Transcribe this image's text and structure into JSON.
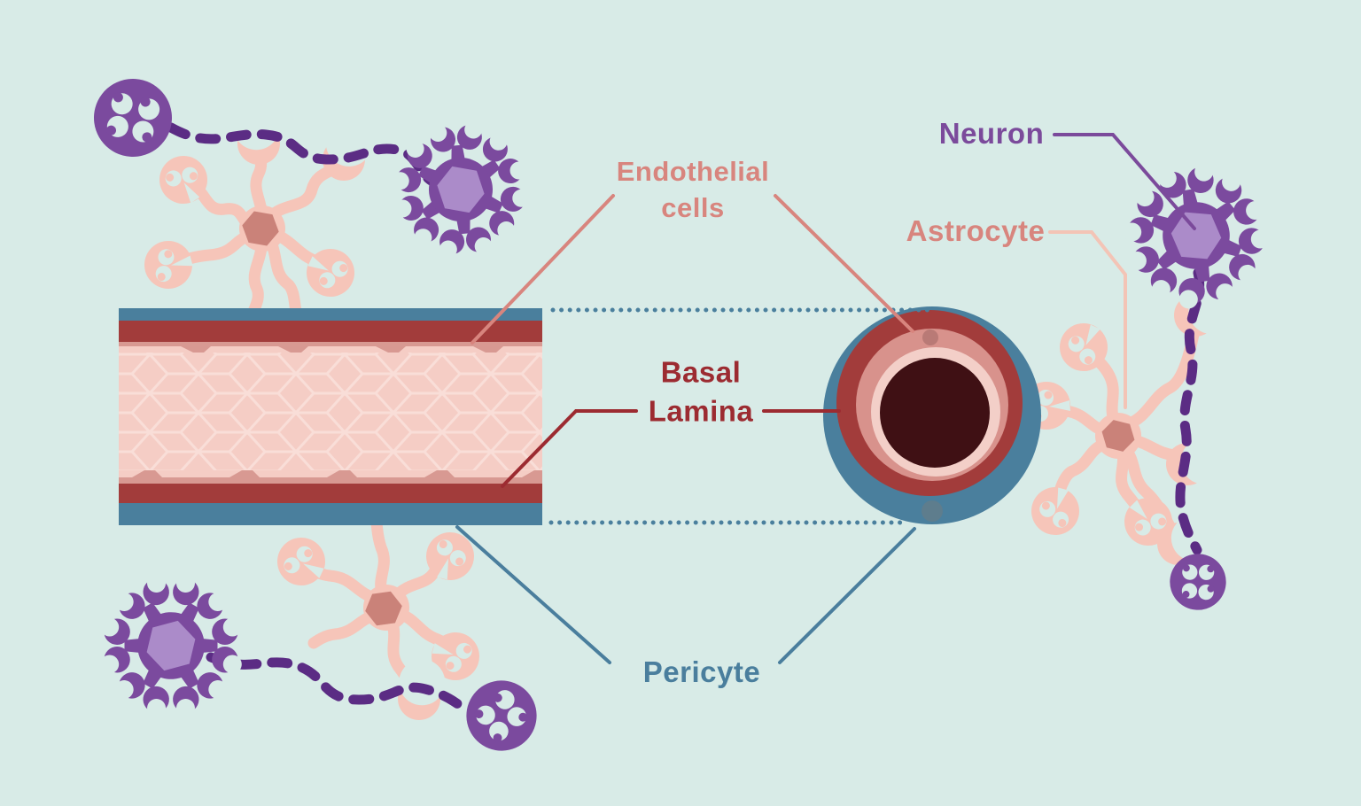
{
  "figure": "blood-brain-barrier capillary diagram",
  "labels": {
    "endothelial_cells": {
      "text": "Endothelial\ncells",
      "color": "#d8857e"
    },
    "basal_lamina": {
      "text": "Basal\nLamina",
      "color": "#9c2b31"
    },
    "pericyte": {
      "text": "Pericyte",
      "color": "#4a7e9d"
    },
    "astrocyte": {
      "text": "Astrocyte",
      "color": "#d8857e"
    },
    "neuron": {
      "text": "Neuron",
      "color": "#7b4a9b"
    }
  },
  "palette": {
    "background": "#d8ebe7",
    "pericyte_blue": "#4a7f9d",
    "basal_lamina_red": "#a23c3b",
    "endothelium_pink": "#f5cdc5",
    "endothelium_edge_pink": "#d89992",
    "hex_line_pink": "#f9ded8",
    "lumen_dark": "#3f1014",
    "cross_medium_pink": "#d8928c",
    "cross_light_pink": "#f3cfc8",
    "endothelial_nucleus": "#b97a76",
    "pericyte_nucleus": "#5e7d8d",
    "neuron_purple": "#7b4a9e",
    "neuron_nucleus_lavender": "#ab8bc9",
    "axon_purple": "#5b2c84",
    "astrocyte_pink": "#f6c5b9",
    "astrocyte_nucleus": "#ca8279",
    "astrocyte_leader_pink": "#f3c4b6",
    "endothelial_leader_pink": "#d8857e",
    "basal_leader_red": "#9c2b31",
    "pericyte_leader_blue": "#4a7e9d",
    "neuron_leader_purple": "#7b4a9b"
  }
}
